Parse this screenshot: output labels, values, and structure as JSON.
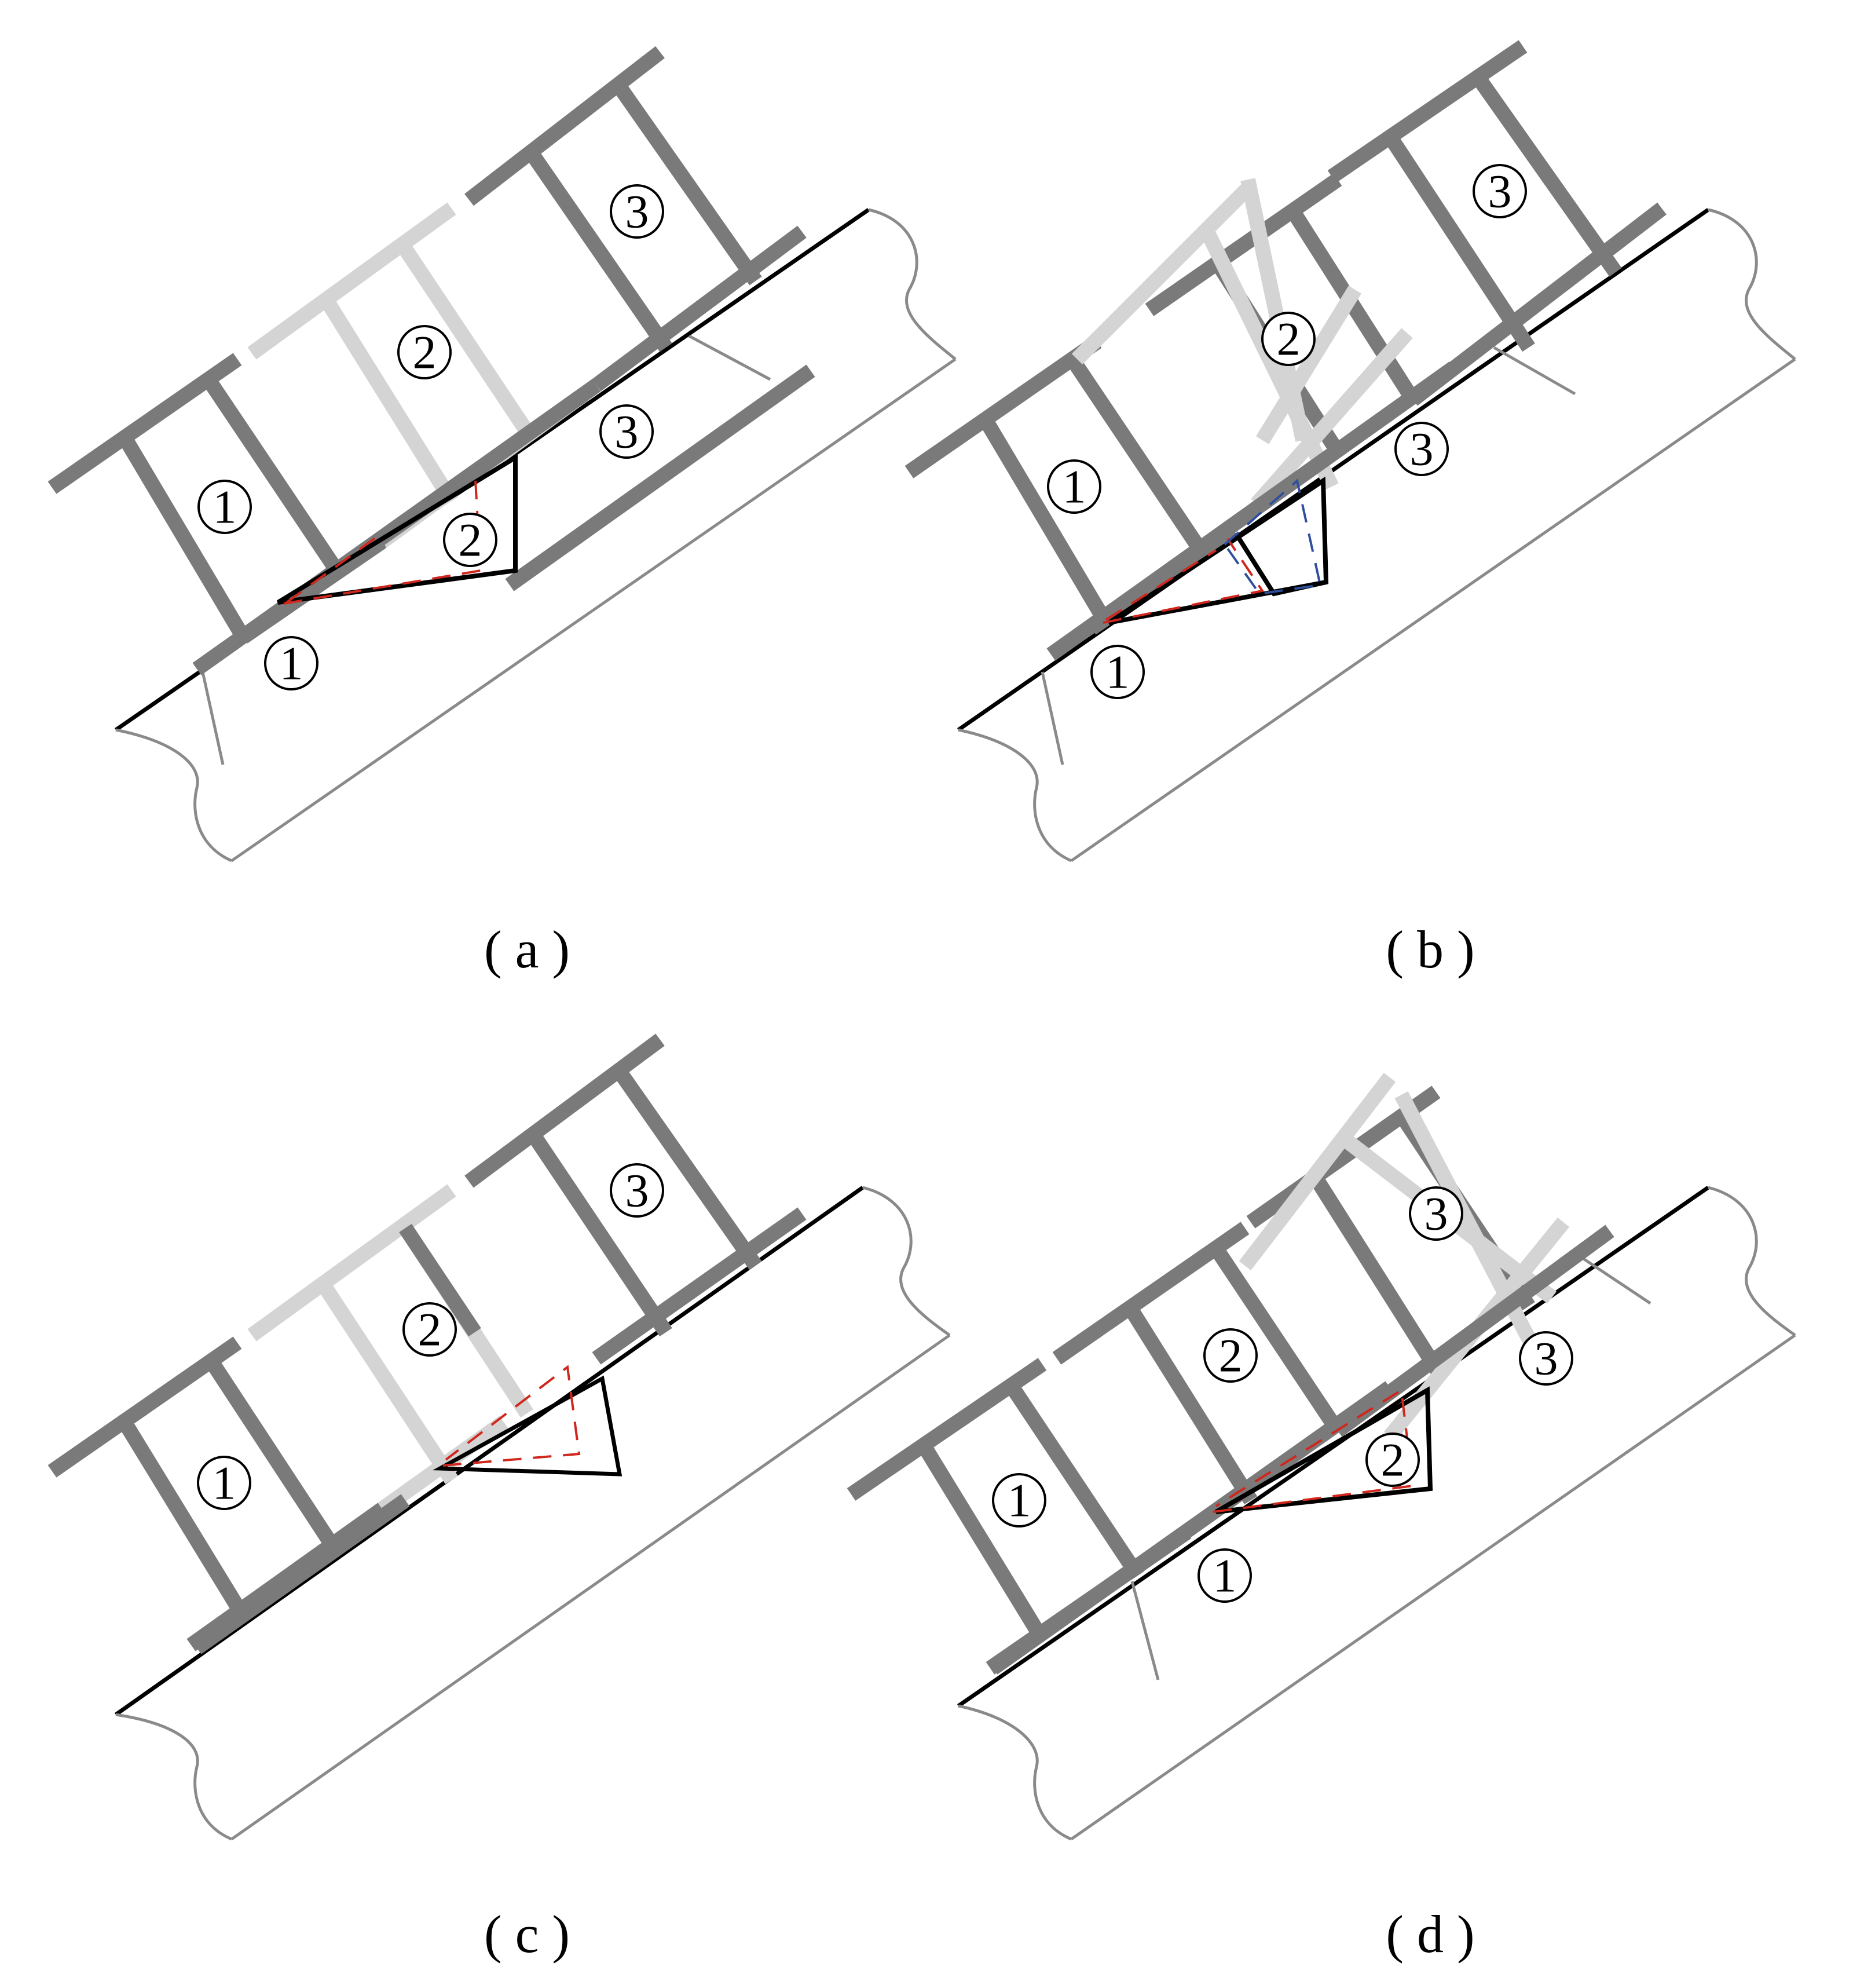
{
  "panels": [
    {
      "caption": "( a )",
      "labels": [
        "1",
        "2",
        "3",
        "1",
        "2",
        "3"
      ]
    },
    {
      "caption": "( b )",
      "labels": [
        "1",
        "2",
        "3",
        "1",
        "3"
      ]
    },
    {
      "caption": "( c )",
      "labels": [
        "1",
        "2",
        "3"
      ]
    },
    {
      "caption": "( d )",
      "labels": [
        "1",
        "2",
        "3",
        "1",
        "2",
        "3"
      ]
    }
  ],
  "colors": {
    "segment": "#7a7a7a",
    "segment_removed": "#d4d4d4",
    "boundary": "#000000",
    "cut_outline": "#d0261c",
    "shifted_outline": "#2d4f9e"
  }
}
